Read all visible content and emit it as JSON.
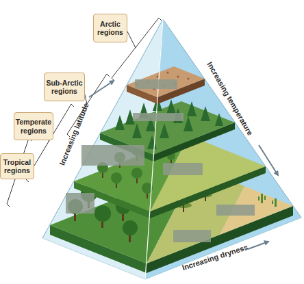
{
  "diagram": {
    "nodes": [
      {
        "text": [
          "Arctic regions"
        ]
      },
      {
        "text": [
          "Sub-Arctic regions"
        ]
      },
      {
        "text": [
          "Temperate regions"
        ]
      },
      {
        "text": [
          "Tropical regions"
        ]
      }
    ],
    "labels": [
      "Increasing latitude",
      "Increasing temperature",
      "Increasing dryness"
    ]
  }
}
